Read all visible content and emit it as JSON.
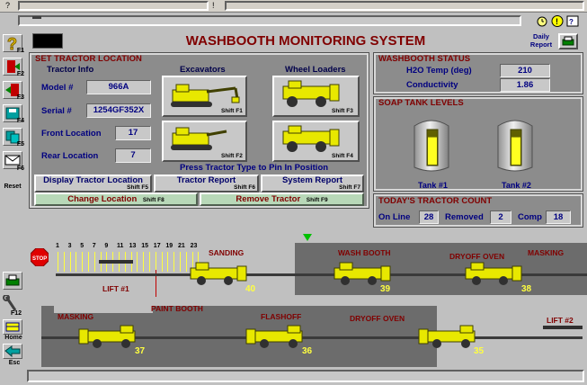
{
  "window": {
    "menu_question": "?",
    "menu_bang": "!"
  },
  "header": {
    "title": "WASHBOOTH MONITORING SYSTEM",
    "daily_report_line1": "Daily",
    "daily_report_line2": "Report"
  },
  "sidebar": {
    "keys": [
      "F1",
      "F2",
      "F3",
      "F4",
      "F5",
      "F6"
    ],
    "reset": "Reset",
    "f12": "F12",
    "home": "Home",
    "esc": "Esc"
  },
  "set_location": {
    "title": "SET TRACTOR LOCATION",
    "info_title": "Tractor Info",
    "fields": [
      {
        "label": "Model #",
        "value": "966A"
      },
      {
        "label": "Serial #",
        "value": "1254GF352X"
      },
      {
        "label": "Front Location",
        "value": "17"
      },
      {
        "label": "Rear Location",
        "value": "7"
      }
    ],
    "excavators_title": "Excavators",
    "wheel_loaders_title": "Wheel Loaders",
    "shift_f1": "Shift F1",
    "shift_f2": "Shift F2",
    "shift_f3": "Shift F3",
    "shift_f4": "Shift F4",
    "press_msg": "Press Tractor Type to Pin In Position",
    "display_btn": "Display Tractor Location",
    "display_shift": "Shift F5",
    "report_btn": "Tractor Report",
    "report_shift": "Shift F6",
    "system_btn": "System Report",
    "system_shift": "Shift F7",
    "change_btn": "Change Location",
    "change_shift": "Shift F8",
    "remove_btn": "Remove Tractor",
    "remove_shift": "Shift F9"
  },
  "status": {
    "title": "WASHBOOTH STATUS",
    "rows": [
      {
        "label": "H2O Temp (deg)",
        "value": "210"
      },
      {
        "label": "Conductivity",
        "value": "1.86"
      }
    ]
  },
  "soap": {
    "title": "SOAP TANK LEVELS",
    "tanks": [
      {
        "label": "Tank #1",
        "level": 0.8
      },
      {
        "label": "Tank #2",
        "level": 0.8
      }
    ]
  },
  "count": {
    "title": "TODAY'S TRACTOR COUNT",
    "online_label": "On Line",
    "online": "28",
    "removed_label": "Removed",
    "removed": "2",
    "comp_label": "Comp",
    "comp": "18"
  },
  "line": {
    "stop": "STOP",
    "ticks": [
      "1",
      "3",
      "5",
      "7",
      "9",
      "11",
      "13",
      "15",
      "17",
      "19",
      "21",
      "23"
    ],
    "lift1": "LIFT #1",
    "lift2": "LIFT #2",
    "zones_top": [
      "SANDING",
      "WASH BOOTH",
      "DRYOFF OVEN",
      "MASKING"
    ],
    "zones_bottom": [
      "MASKING",
      "PAINT BOOTH",
      "FLASHOFF",
      "DRYOFF OVEN"
    ],
    "tractors_top": [
      "40",
      "39",
      "38"
    ],
    "tractors_bottom": [
      "37",
      "36",
      "35"
    ]
  }
}
